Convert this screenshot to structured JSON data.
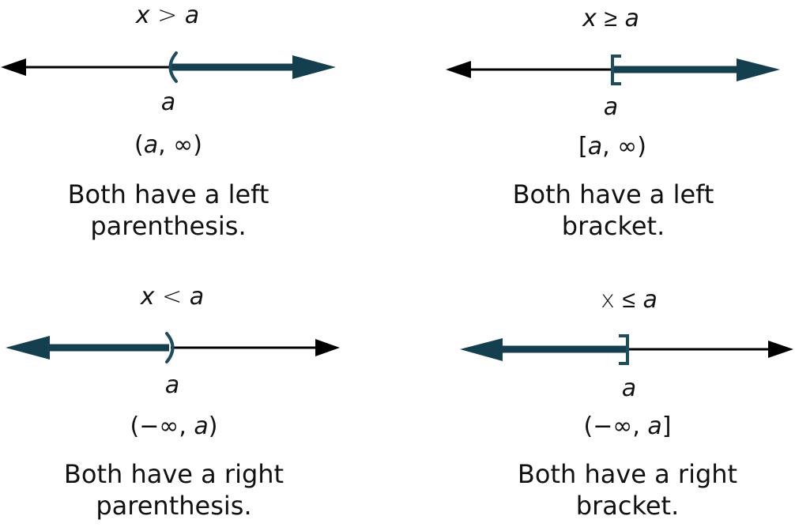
{
  "colors": {
    "highlight": "#143F4F",
    "line": "#000000",
    "text": "#111111",
    "background": "#FFFFFF"
  },
  "panels": [
    {
      "id": "greater-than",
      "inequality": {
        "var": "x",
        "op": ">",
        "rhs": "a"
      },
      "endpoint_label": "a",
      "endpoint_symbol": "(",
      "endpoint_type": "open-parenthesis",
      "shaded_direction": "right",
      "interval": {
        "open": "(",
        "left": "a",
        "sep": ", ",
        "right": "∞",
        "close": ")"
      },
      "description_line1": "Both have a left",
      "description_line2": "parenthesis."
    },
    {
      "id": "greater-equal",
      "inequality": {
        "var": "x",
        "op": "≥",
        "rhs": "a"
      },
      "endpoint_label": "a",
      "endpoint_symbol": "[",
      "endpoint_type": "closed-bracket",
      "shaded_direction": "right",
      "interval": {
        "open": "[",
        "left": "a",
        "sep": ", ",
        "right": "∞",
        "close": ")"
      },
      "description_line1": "Both have a left",
      "description_line2": "bracket."
    },
    {
      "id": "less-than",
      "inequality": {
        "var": "x",
        "op": "<",
        "rhs": "a"
      },
      "endpoint_label": "a",
      "endpoint_symbol": ")",
      "endpoint_type": "open-parenthesis",
      "shaded_direction": "left",
      "interval": {
        "open": "(",
        "left": "−∞",
        "sep": ", ",
        "right": "a",
        "close": ")"
      },
      "description_line1": "Both have a right",
      "description_line2": "parenthesis."
    },
    {
      "id": "less-equal",
      "inequality": {
        "var": "x",
        "op": "≤",
        "rhs": "a"
      },
      "endpoint_label": "a",
      "endpoint_symbol": "]",
      "endpoint_type": "closed-bracket",
      "shaded_direction": "left",
      "interval": {
        "open": "(",
        "left": "−∞",
        "sep": ", ",
        "right": "a",
        "close": "]"
      },
      "description_line1": "Both have a right",
      "description_line2": "bracket."
    }
  ]
}
